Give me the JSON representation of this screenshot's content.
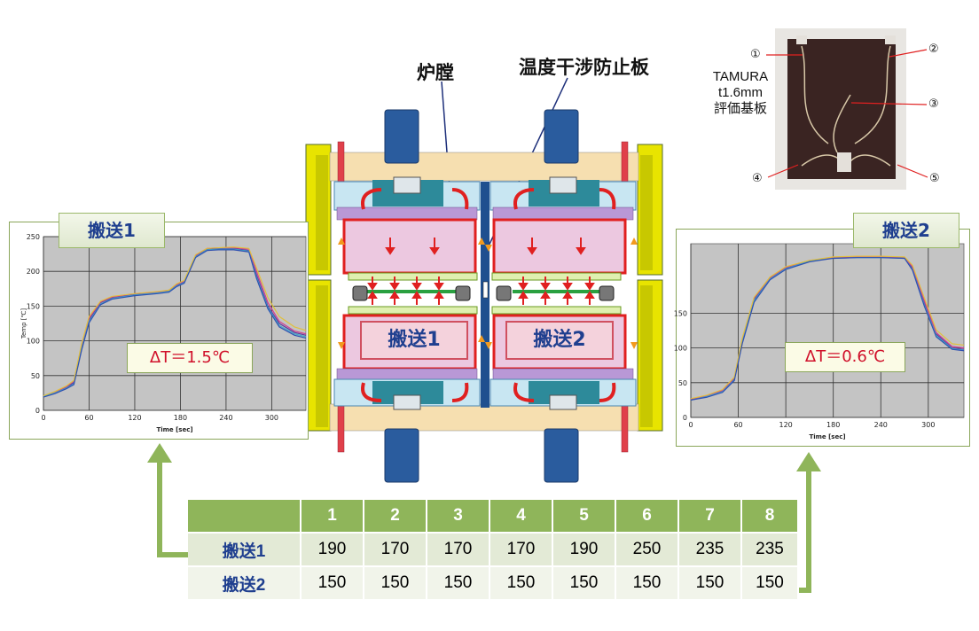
{
  "labels": {
    "furnace": "炉膛",
    "plate": "温度干涉防止板"
  },
  "photo": {
    "desc_lines": [
      "TAMURA",
      "t1.6mm",
      "評価基板"
    ],
    "points": [
      "①",
      "②",
      "③",
      "④",
      "⑤"
    ]
  },
  "furnace_lanes": [
    "搬送1",
    "搬送2"
  ],
  "chart_data": [
    {
      "type": "line",
      "title": "搬送1",
      "xlabel": "Time [sec]",
      "ylabel": "Temp [℃]",
      "xlim": [
        0,
        345
      ],
      "ylim": [
        0,
        250
      ],
      "xticks": [
        "0",
        "60",
        "120",
        "180",
        "240",
        "300"
      ],
      "yticks": [
        "0",
        "50",
        "100",
        "150",
        "200",
        "250"
      ],
      "annotation": "ΔT＝1.5℃",
      "colors": [
        "#5b3a9c",
        "#d04090",
        "#40a8c8",
        "#e0c040",
        "#3050b0"
      ],
      "series_x": [
        0,
        15,
        30,
        40,
        50,
        60,
        75,
        90,
        120,
        150,
        165,
        175,
        185,
        200,
        215,
        230,
        250,
        270,
        280,
        295,
        310,
        330,
        345
      ],
      "series": [
        {
          "values": [
            20,
            25,
            33,
            40,
            90,
            130,
            155,
            162,
            167,
            170,
            172,
            180,
            185,
            222,
            232,
            233,
            233,
            230,
            195,
            150,
            125,
            112,
            108
          ]
        },
        {
          "values": [
            20,
            26,
            34,
            42,
            93,
            133,
            156,
            163,
            168,
            170,
            173,
            181,
            186,
            223,
            233,
            234,
            234,
            232,
            200,
            155,
            128,
            114,
            110
          ]
        },
        {
          "values": [
            20,
            25,
            32,
            38,
            88,
            128,
            153,
            161,
            166,
            169,
            171,
            179,
            184,
            221,
            231,
            232,
            232,
            229,
            192,
            148,
            122,
            110,
            106
          ]
        },
        {
          "values": [
            21,
            27,
            35,
            43,
            95,
            135,
            157,
            164,
            168,
            171,
            173,
            182,
            187,
            224,
            233,
            234,
            235,
            233,
            205,
            162,
            135,
            120,
            115
          ]
        },
        {
          "values": [
            19,
            24,
            31,
            37,
            86,
            126,
            152,
            160,
            165,
            168,
            170,
            178,
            183,
            220,
            230,
            231,
            231,
            228,
            190,
            146,
            120,
            108,
            104
          ]
        }
      ]
    },
    {
      "type": "line",
      "title": "搬送2",
      "xlabel": "Time [sec]",
      "ylabel": "",
      "xlim": [
        0,
        345
      ],
      "ylim": [
        0,
        250
      ],
      "xticks": [
        "0",
        "60",
        "120",
        "180",
        "240",
        "300"
      ],
      "yticks": [
        "0",
        "50",
        "100",
        "150"
      ],
      "annotation": "ΔT＝0.6℃",
      "colors": [
        "#5b3a9c",
        "#d04090",
        "#40a8c8",
        "#e0c040",
        "#3050b0"
      ],
      "series_x": [
        0,
        20,
        40,
        55,
        65,
        80,
        100,
        120,
        150,
        180,
        210,
        240,
        270,
        280,
        295,
        310,
        330,
        345
      ],
      "series": [
        {
          "values": [
            26,
            30,
            38,
            55,
            110,
            170,
            200,
            215,
            225,
            230,
            231,
            231,
            230,
            215,
            165,
            120,
            100,
            98
          ]
        },
        {
          "values": [
            26,
            31,
            39,
            57,
            112,
            172,
            201,
            216,
            226,
            230,
            231,
            231,
            230,
            217,
            168,
            122,
            102,
            100
          ]
        },
        {
          "values": [
            25,
            30,
            37,
            54,
            108,
            168,
            199,
            214,
            225,
            229,
            230,
            230,
            229,
            213,
            162,
            118,
            99,
            97
          ]
        },
        {
          "values": [
            27,
            32,
            40,
            58,
            114,
            173,
            202,
            217,
            226,
            231,
            232,
            232,
            231,
            219,
            172,
            126,
            106,
            104
          ]
        },
        {
          "values": [
            25,
            29,
            36,
            53,
            106,
            166,
            198,
            213,
            224,
            229,
            230,
            230,
            229,
            212,
            160,
            116,
            98,
            96
          ]
        }
      ]
    },
    {
      "type": "table",
      "columns": [
        "",
        "1",
        "2",
        "3",
        "4",
        "5",
        "6",
        "7",
        "8"
      ],
      "rows": [
        {
          "label": "搬送1",
          "values": [
            "190",
            "170",
            "170",
            "170",
            "190",
            "250",
            "235",
            "235"
          ]
        },
        {
          "label": "搬送2",
          "values": [
            "150",
            "150",
            "150",
            "150",
            "150",
            "150",
            "150",
            "150"
          ]
        }
      ]
    }
  ]
}
